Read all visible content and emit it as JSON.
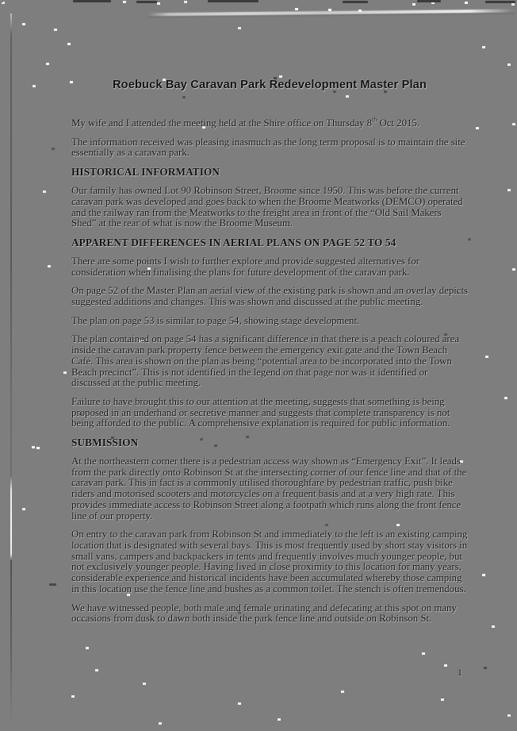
{
  "colors": {
    "background": "#7e7e7e",
    "ink": "#151515"
  },
  "doc": {
    "title": "Roebuck Bay Caravan Park Redevelopment Master Plan",
    "page_number": "1",
    "para_meeting": {
      "pre": "My wife and I attended the meeting held at the Shire office on Thursday 8",
      "sup": "th",
      "post": " Oct 2015."
    },
    "para_information": "The information received was pleasing inasmuch as the long term proposal is to maintain the site essentially as a caravan park.",
    "heading_historical": "HISTORICAL INFORMATION",
    "para_family": "Our family has owned Lot 90 Robinson Street, Broome since 1950. This was before the current caravan park was developed and goes back to when the Broome Meatworks (DEMCO) operated and the railway ran from the Meatworks to the freight area in front of the “Old Sail Makers Shed” at the rear of what is now the Broome Museum.",
    "heading_differences": "APPARENT DIFFERENCES IN AERIAL PLANS ON PAGE 52 TO 54",
    "para_points": "There are some points I wish to further explore and provide suggested alternatives for consideration when finalising the plans for future development of the caravan park.",
    "para_page52": "On page 52 of the Master Plan an aerial view of the existing park is shown and an overlay depicts suggested additions and changes. This was shown and discussed at the public meeting.",
    "para_page53": "The plan on page 53 is similar to page 54, showing stage development.",
    "para_page54": "The plan contained on page 54 has a significant difference in that there is a peach coloured area inside the caravan park property fence between the emergency exit gate and the Town Beach Café.  This area is shown on the plan as being “potential area to be incorporated into the Town Beach precinct”. This is not identified in the legend on that page nor was it identified or discussed at the public meeting.",
    "para_failure": "Failure to have brought this to our attention at the meeting, suggests that something is being proposed in an underhand or secretive manner and suggests that complete transparency is not being afforded to the public. A comprehensive explanation is required for public information.",
    "heading_submission": "SUBMISSION",
    "para_emergency_exit": "At the northeastern corner there is a pedestrian access way shown as “Emergency Exit”. It leads from the park directly onto Robinson St at the intersecting corner of our fence line and that of the caravan park. This in fact is a commonly utilised thoroughfare by pedestrian traffic, push bike riders and motorised scooters and motorcycles on a frequent basis and at a very high rate. This provides immediate access to Robinson Street along a footpath which runs along the front fence line of our property.",
    "para_camping": "On entry to the caravan park from Robinson St and immediately to the left is an existing camping location that is designated with several bays. This is most frequently used by short stay visitors in small vans, campers and backpackers in tents and frequently involves much younger people, but not exclusively younger people. Having lived in close proximity to this location for many years, considerable experience and historical incidents have been accumulated whereby those camping in this location use the fence line and bushes as a common toilet. The stench is often tremendous.",
    "para_witnessed": "We have witnessed people, both male and female urinating and defecating at this spot on many occasions from dusk to dawn both inside the park fence line and outside on Robinson St."
  }
}
